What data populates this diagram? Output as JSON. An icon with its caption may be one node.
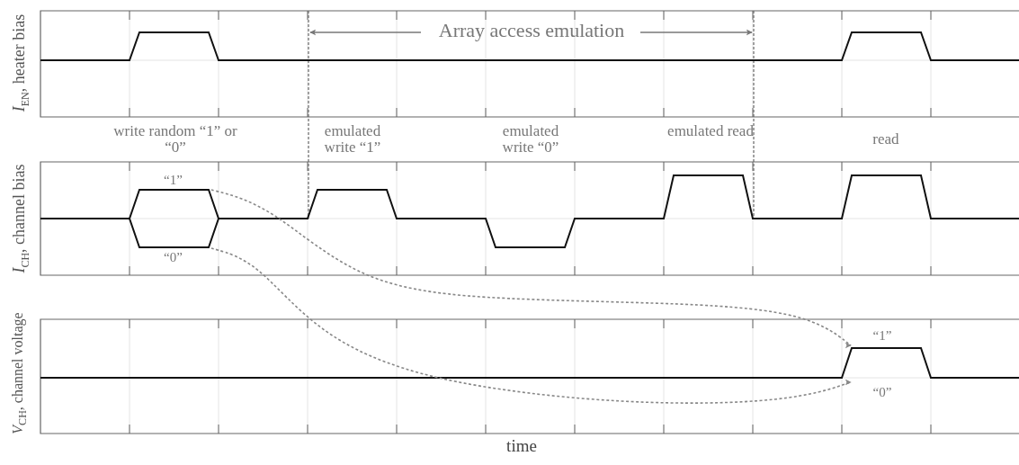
{
  "diagram": {
    "nodes": [
      {
        "text": [
          "“1”"
        ]
      },
      {
        "text": [
          "“0”"
        ]
      },
      {
        "text": [
          "“1”"
        ]
      },
      {
        "text": [
          "“0”"
        ]
      }
    ],
    "edges": [
      {
        "from": 0,
        "to": 2,
        "arrow": "to",
        "style": "dashed"
      },
      {
        "from": 1,
        "to": 3,
        "arrow": "to",
        "style": "dashed"
      }
    ],
    "labels": [
      "*I*$_{EN}$, heater bias",
      "Array access emulation",
      "write random “1” or “0”",
      "emulated write “1”",
      "emulated write “0”",
      "emulated read",
      "read",
      "*I*$_{CH}$, channel bias",
      "*V*$_{CH}$, channel voltage",
      "time"
    ]
  }
}
